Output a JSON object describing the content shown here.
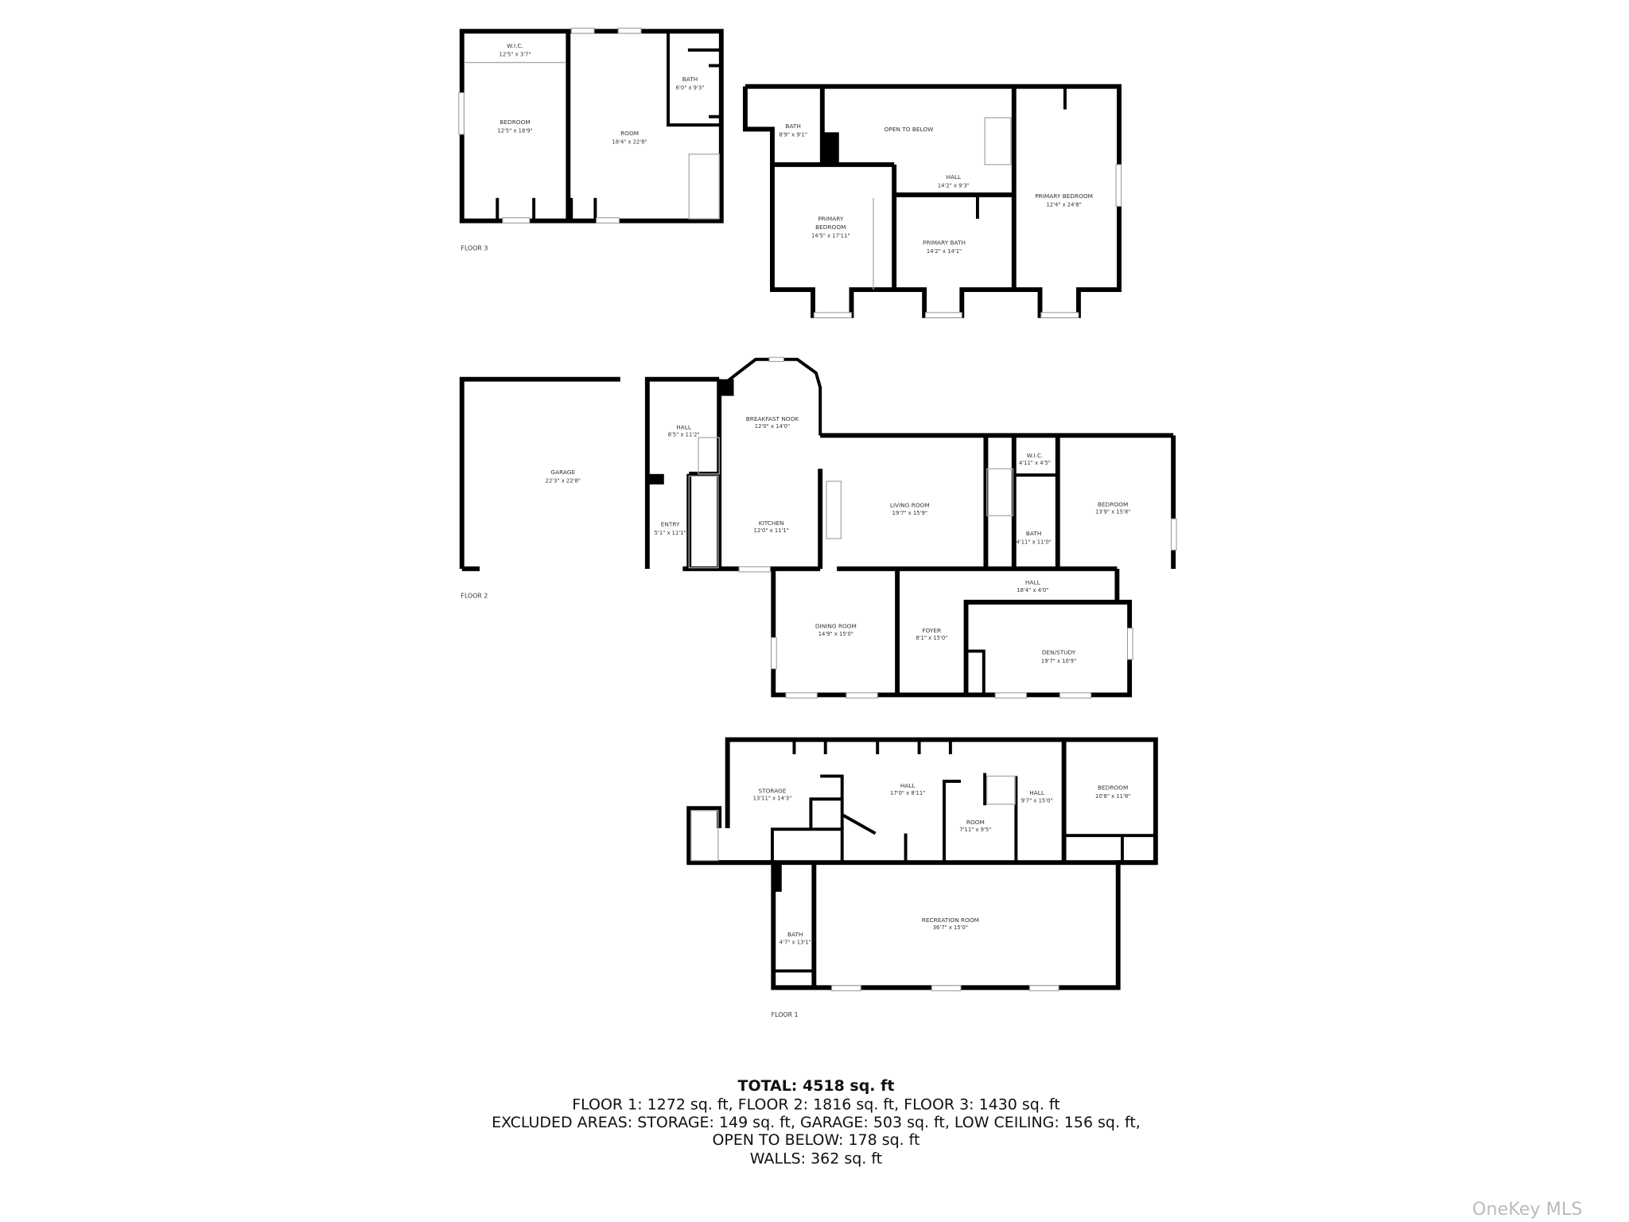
{
  "floors": {
    "floor3": {
      "label": "FLOOR 3",
      "rooms": [
        {
          "name": "W.I.C.",
          "dims": "12'5\" x 3'7\""
        },
        {
          "name": "BEDROOM",
          "dims": "12'5\" x 18'9\""
        },
        {
          "name": "ROOM",
          "dims": "18'4\" x 22'8\""
        },
        {
          "name": "BATH",
          "dims": "6'0\" x 9'3\""
        },
        {
          "name": "BATH",
          "dims": "8'9\" x 9'1\""
        },
        {
          "name": "OPEN TO BELOW",
          "dims": ""
        },
        {
          "name": "HALL",
          "dims": "14'2\" x 9'3\""
        },
        {
          "name": "PRIMARY BEDROOM",
          "dims": "12'4\" x 24'8\""
        },
        {
          "name": "PRIMARY",
          "name2": "BEDROOM",
          "dims": "14'5\" x 17'11\""
        },
        {
          "name": "PRIMARY BATH",
          "dims": "14'2\" x 14'1\""
        }
      ]
    },
    "floor2": {
      "label": "FLOOR 2",
      "rooms": [
        {
          "name": "GARAGE",
          "dims": "22'3\" x 22'8\""
        },
        {
          "name": "HALL",
          "dims": "8'5\" x 11'2\""
        },
        {
          "name": "BREAKFAST NOOK",
          "dims": "12'0\" x 14'0\""
        },
        {
          "name": "ENTRY",
          "dims": "5'1\" x 11'1\""
        },
        {
          "name": "KITCHEN",
          "dims": "12'0\" x 11'1\""
        },
        {
          "name": "LIVING ROOM",
          "dims": "19'7\" x 15'9\""
        },
        {
          "name": "W.I.C.",
          "dims": "4'11\" x 4'5\""
        },
        {
          "name": "BATH",
          "dims": "4'11\" x 11'0\""
        },
        {
          "name": "BEDROOM",
          "dims": "13'9\" x 15'8\""
        },
        {
          "name": "HALL",
          "dims": "18'4\" x 4'0\""
        },
        {
          "name": "DINING ROOM",
          "dims": "14'9\" x 15'0\""
        },
        {
          "name": "FOYER",
          "dims": "8'1\" x 15'0\""
        },
        {
          "name": "DEN/STUDY",
          "dims": "19'7\" x 10'9\""
        }
      ]
    },
    "floor1": {
      "label": "FLOOR 1",
      "rooms": [
        {
          "name": "STORAGE",
          "dims": "13'11\" x 14'3\""
        },
        {
          "name": "HALL",
          "dims": "17'0\" x 8'11\""
        },
        {
          "name": "ROOM",
          "dims": "7'11\" x 9'5\""
        },
        {
          "name": "HALL",
          "dims": "9'7\" x 15'0\""
        },
        {
          "name": "BEDROOM",
          "dims": "10'8\" x 11'8\""
        },
        {
          "name": "BATH",
          "dims": "4'7\" x 13'1\""
        },
        {
          "name": "RECREATION ROOM",
          "dims": "36'7\" x 15'0\""
        }
      ]
    }
  },
  "summary": {
    "total": "TOTAL: 4518 sq. ft",
    "floors": "FLOOR 1: 1272 sq. ft, FLOOR 2: 1816 sq. ft, FLOOR 3: 1430 sq. ft",
    "excluded": "EXCLUDED AREAS: STORAGE: 149 sq. ft, GARAGE: 503 sq. ft, LOW CEILING: 156 sq. ft,",
    "open_to_below": "OPEN TO BELOW: 178 sq. ft",
    "walls": "WALLS: 362 sq. ft"
  },
  "watermark": "OneKey MLS"
}
